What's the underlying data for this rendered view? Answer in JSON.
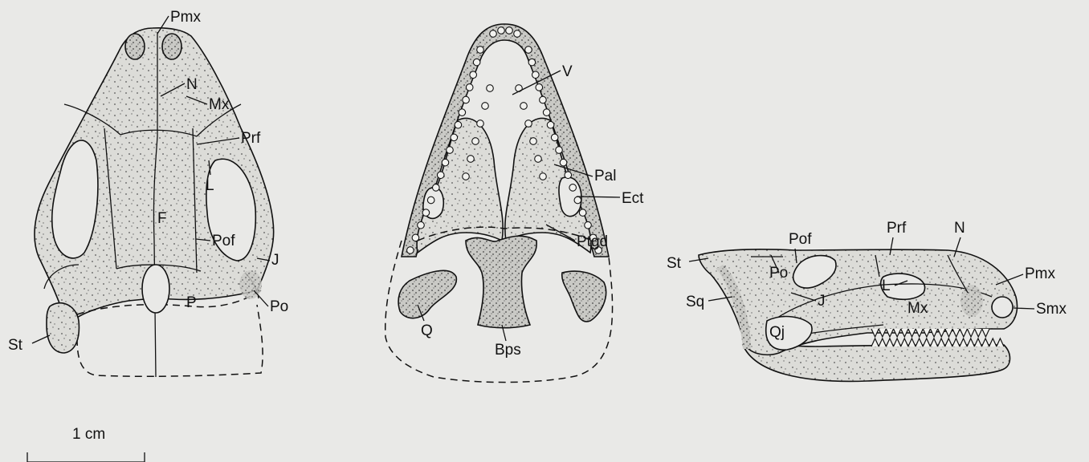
{
  "dorsal_view": {
    "labels": [
      "Pmx",
      "N",
      "Mx",
      "Prf",
      "L",
      "F",
      "Pof",
      "J",
      "P",
      "Po",
      "St"
    ]
  },
  "palatal_view": {
    "labels": [
      "V",
      "Pal",
      "Ect",
      "Ptgd",
      "Q",
      "Bps"
    ]
  },
  "lateral_view": {
    "labels": [
      "Pof",
      "Prf",
      "N",
      "St",
      "Po",
      "Pmx",
      "L",
      "Mx",
      "Smx",
      "J",
      "Sq",
      "Qj"
    ]
  },
  "scale_bar": {
    "label": "1 cm"
  },
  "colors": {
    "bone_fill": "#d9d9d6",
    "background": "#e9e9e7",
    "ink": "#111111"
  }
}
